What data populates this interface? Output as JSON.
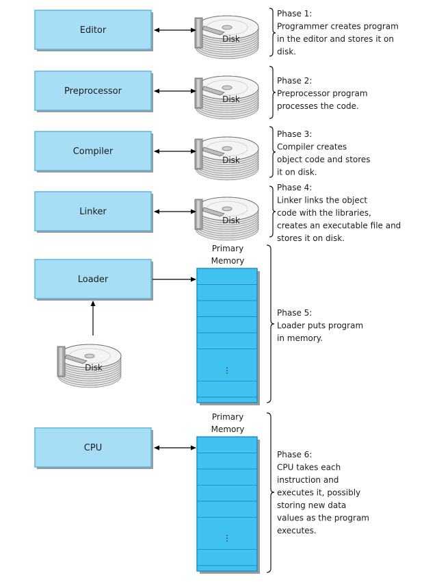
{
  "colors": {
    "box_fill": "#a8def5",
    "box_border": "#5cb3de",
    "memory_fill": "#3fc2f0",
    "memory_border": "#1d8fc9",
    "disk_fill": "#e6e6e6",
    "disk_edge": "#8a8a8a"
  },
  "components": {
    "editor": "Editor",
    "preprocessor": "Preprocessor",
    "compiler": "Compiler",
    "linker": "Linker",
    "loader": "Loader",
    "cpu": "CPU"
  },
  "disk_label": "Disk",
  "memory": {
    "label_line1": "Primary",
    "label_line2": "Memory",
    "ellipsis": "⋮"
  },
  "phases": [
    {
      "lines": [
        "Phase 1:",
        "Programmer creates program",
        "in the editor and stores it on",
        "disk."
      ]
    },
    {
      "lines": [
        "Phase 2:",
        "Preprocessor program",
        "processes the code."
      ]
    },
    {
      "lines": [
        "Phase 3:",
        "Compiler creates",
        "object code and stores",
        "it on disk."
      ]
    },
    {
      "lines": [
        "Phase 4:",
        "Linker links the object",
        "code with the libraries,",
        "creates an executable file and",
        "stores it on disk."
      ]
    },
    {
      "lines": [
        "Phase 5:",
        "Loader puts program",
        "in memory."
      ]
    },
    {
      "lines": [
        "Phase 6:",
        "CPU takes each",
        "instruction and",
        "executes it, possibly",
        "storing new data",
        "values as the program",
        "executes."
      ]
    }
  ]
}
